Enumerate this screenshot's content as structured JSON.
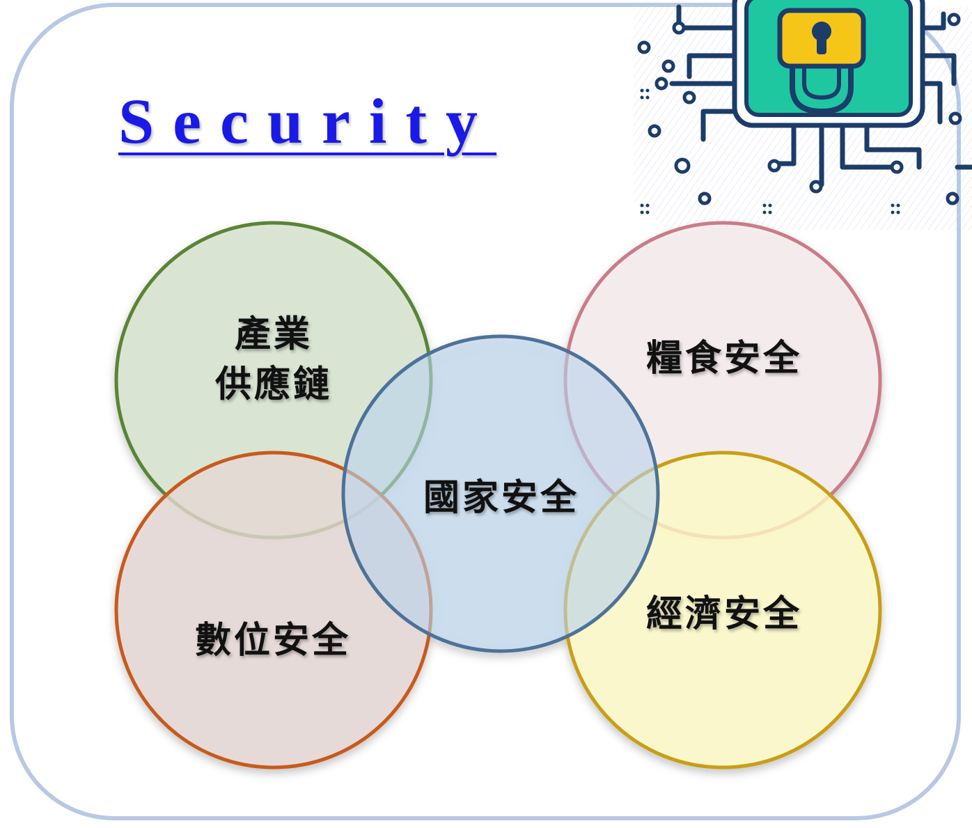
{
  "title": "Security",
  "center": {
    "label": "國家安全"
  },
  "circles": [
    {
      "id": "industry-supply-chain",
      "lines": [
        "產業",
        "供應鏈"
      ],
      "fill": "#d7e4d0",
      "stroke": "#5a8436"
    },
    {
      "id": "food-security",
      "lines": [
        "糧食安全"
      ],
      "fill": "#f7ecee",
      "stroke": "#c97b8a"
    },
    {
      "id": "digital-security",
      "lines": [
        "數位安全"
      ],
      "fill": "#eadfdb",
      "stroke": "#c85a1e"
    },
    {
      "id": "economic-security",
      "lines": [
        "經濟安全"
      ],
      "fill": "#fefbc5",
      "stroke": "#c99e12"
    }
  ],
  "colors": {
    "frame": "#b8c8e4",
    "title": "#1a1ae6",
    "center_fill": "#cfe0f1",
    "center_stroke": "#4d7299",
    "chip_teal": "#1fc7a0",
    "chip_navy": "#1c3c6a",
    "lock_yellow": "#f5c518"
  },
  "icon": {
    "name": "circuit-lock-icon"
  }
}
